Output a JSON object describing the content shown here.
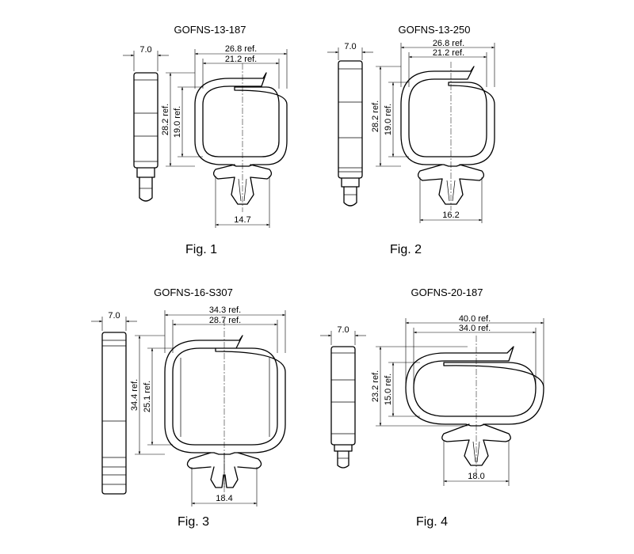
{
  "colors": {
    "line": "#000000",
    "background": "#ffffff"
  },
  "figures": [
    {
      "title": "GOFNS-13-187",
      "caption": "Fig. 1",
      "dims": {
        "side_width": "7.0",
        "outer_width": "26.8 ref.",
        "inner_width": "21.2 ref.",
        "outer_height": "28.2 ref.",
        "inner_height": "19.0 ref.",
        "base_width": "14.7"
      }
    },
    {
      "title": "GOFNS-13-250",
      "caption": "Fig. 2",
      "dims": {
        "side_width": "7.0",
        "outer_width": "26.8 ref.",
        "inner_width": "21.2 ref.",
        "outer_height": "28.2 ref.",
        "inner_height": "19.0 ref.",
        "base_width": "16.2"
      }
    },
    {
      "title": "GOFNS-16-S307",
      "caption": "Fig. 3",
      "dims": {
        "side_width": "7.0",
        "outer_width": "34.3 ref.",
        "inner_width": "28.7 ref.",
        "outer_height": "34.4 ref.",
        "inner_height": "25.1 ref.",
        "base_width": "18.4"
      }
    },
    {
      "title": "GOFNS-20-187",
      "caption": "Fig. 4",
      "dims": {
        "side_width": "7.0",
        "outer_width": "40.0 ref.",
        "inner_width": "34.0 ref.",
        "outer_height": "23.2 ref.",
        "inner_height": "15.0 ref.",
        "base_width": "18.0"
      }
    }
  ]
}
